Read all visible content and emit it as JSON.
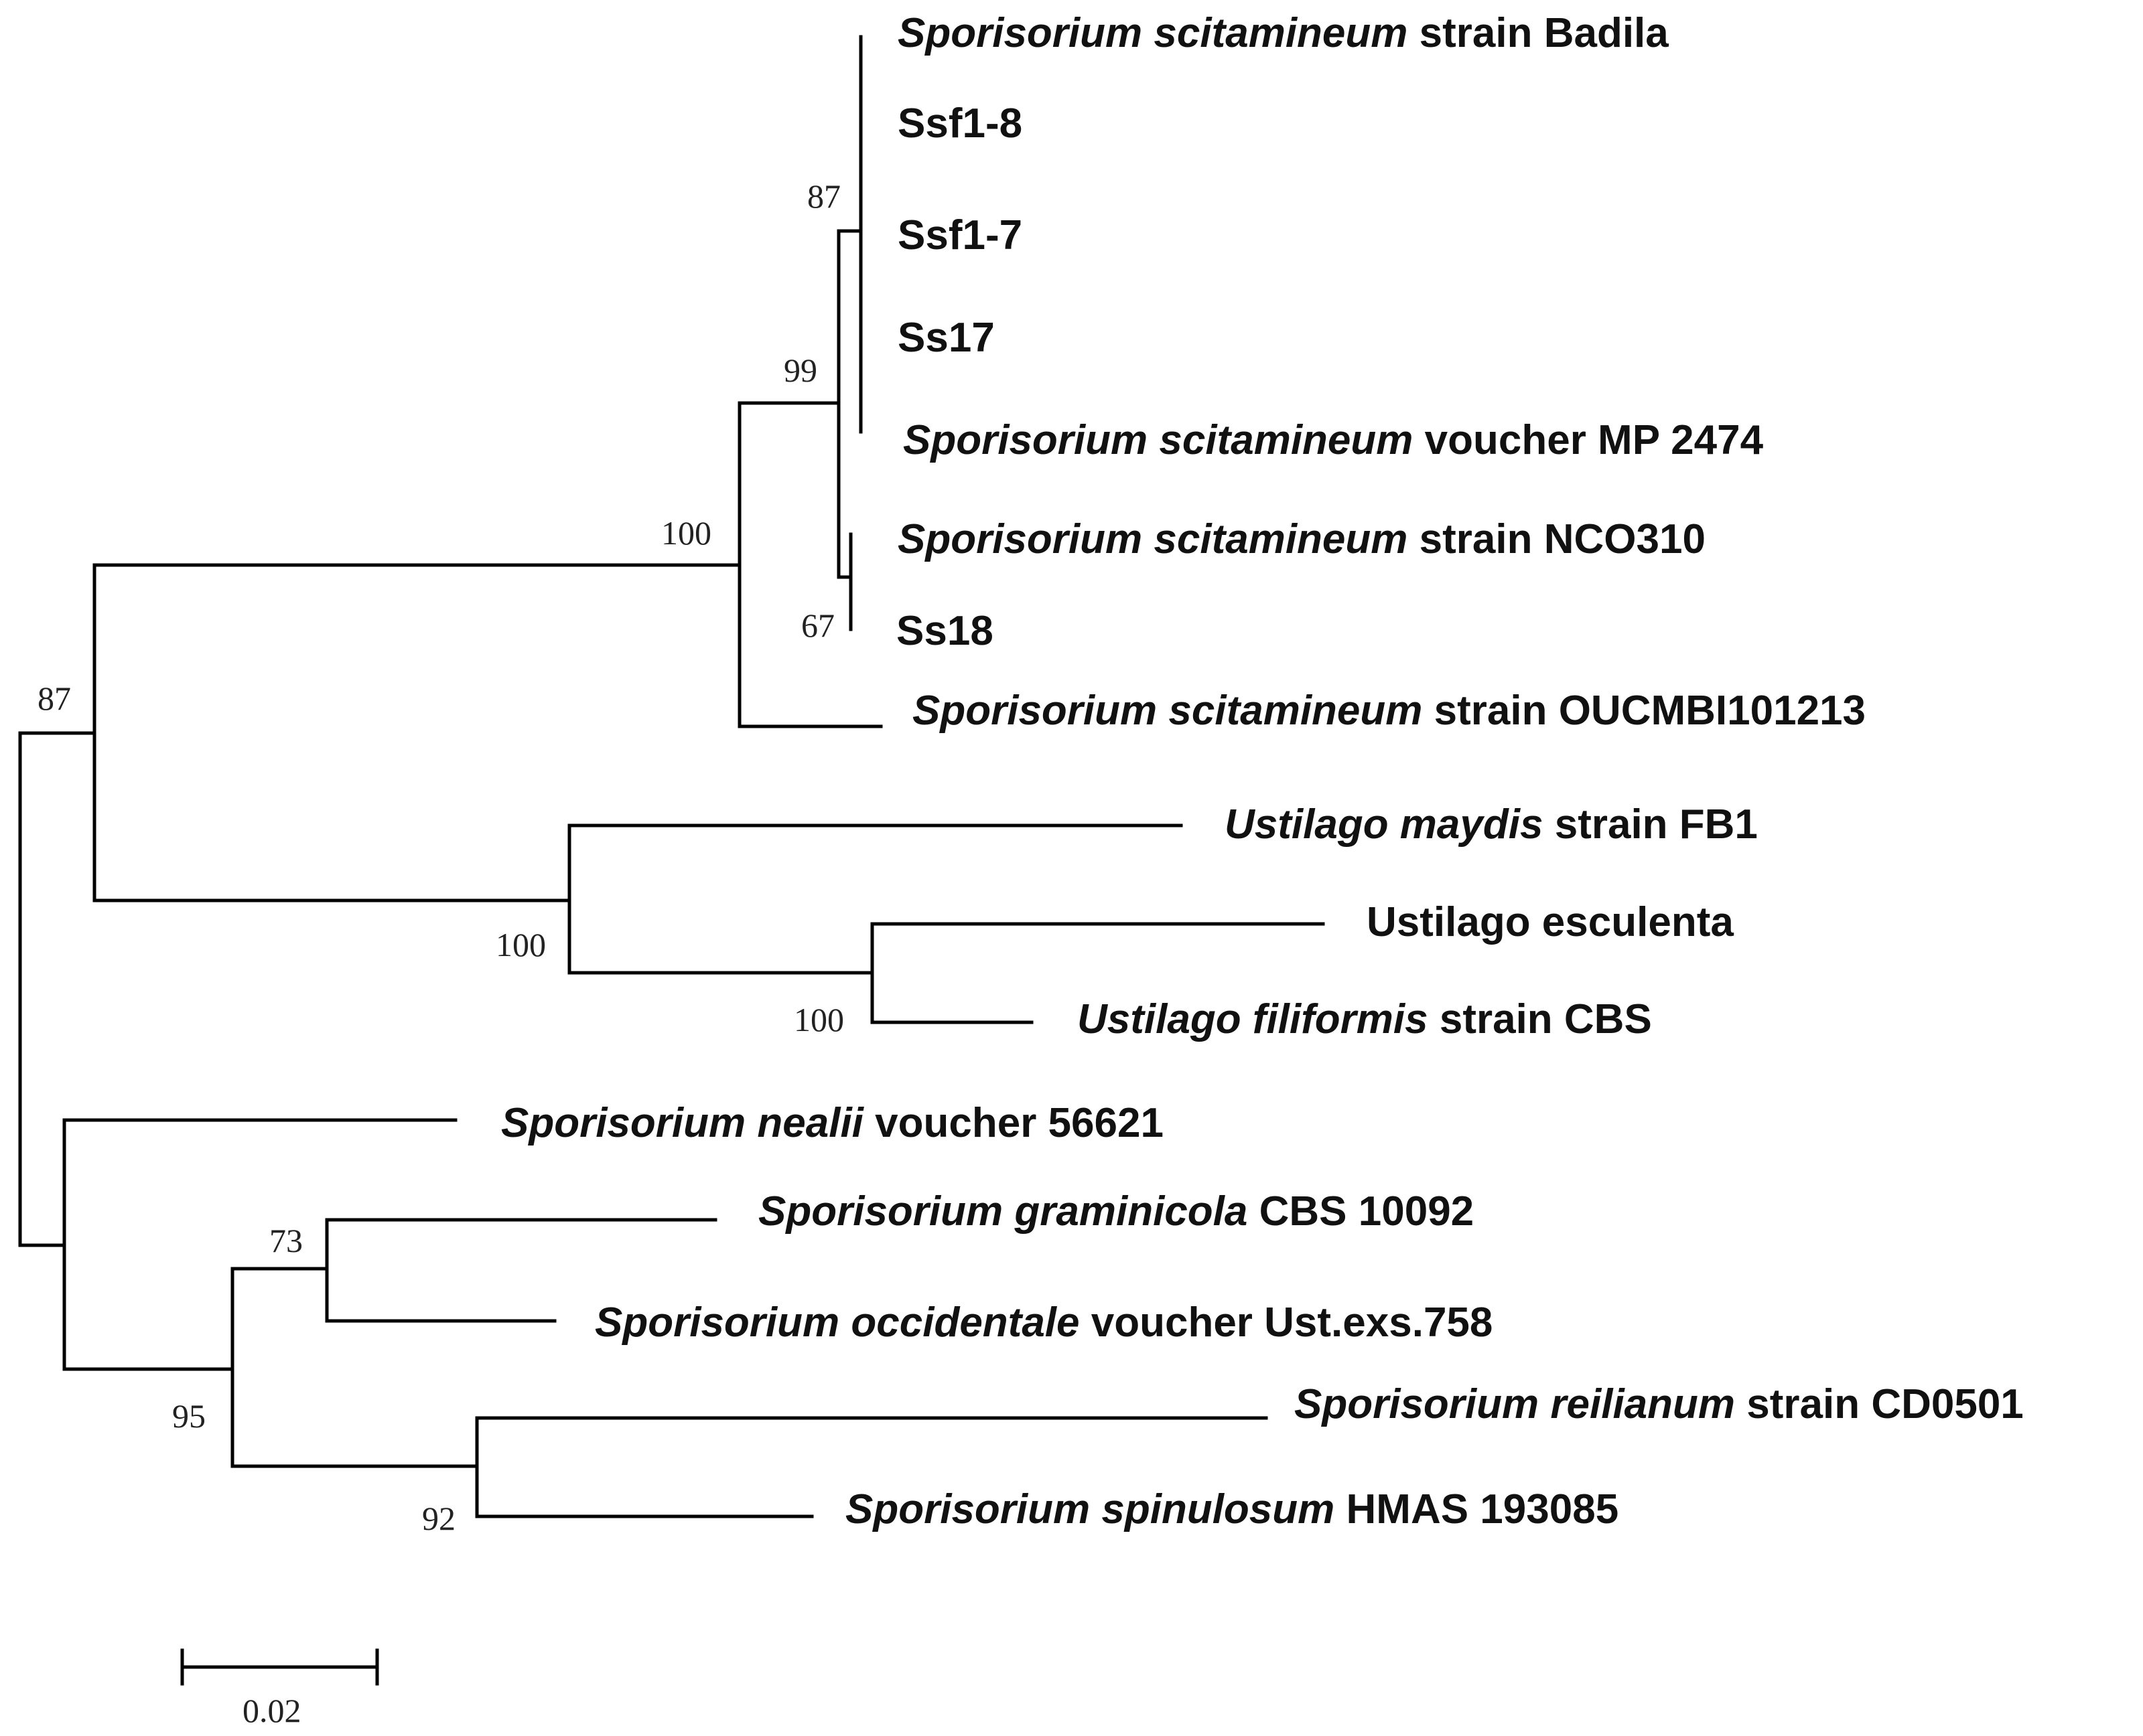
{
  "tree": {
    "taxa": [
      {
        "id": "badila",
        "species": "Sporisorium scitamineum",
        "rest": " strain Badila"
      },
      {
        "id": "ssf18",
        "species": "",
        "rest": "Ssf1-8"
      },
      {
        "id": "ssf17",
        "species": "",
        "rest": "Ssf1-7"
      },
      {
        "id": "ss17",
        "species": "",
        "rest": "Ss17"
      },
      {
        "id": "mp2474",
        "species": "Sporisorium scitamineum",
        "rest": " voucher MP 2474"
      },
      {
        "id": "nco310",
        "species": "Sporisorium scitamineum",
        "rest": " strain NCO310"
      },
      {
        "id": "ss18",
        "species": "",
        "rest": "Ss18"
      },
      {
        "id": "oucmbi",
        "species": "Sporisorium scitamineum",
        "rest": " strain OUCMBI101213"
      },
      {
        "id": "maydis",
        "species": "Ustilago maydis",
        "rest": " strain FB1"
      },
      {
        "id": "esculenta",
        "species": "",
        "rest": "Ustilago esculenta"
      },
      {
        "id": "filiformis",
        "species": "Ustilago filiformis",
        "rest": " strain CBS"
      },
      {
        "id": "nealii",
        "species": "Sporisorium nealii",
        "rest": " voucher 56621"
      },
      {
        "id": "graminicola",
        "species": "Sporisorium graminicola",
        "rest": " CBS 10092"
      },
      {
        "id": "occidentale",
        "species": "Sporisorium occidentale",
        "rest": " voucher Ust.exs.758"
      },
      {
        "id": "reilianum",
        "species": "Sporisorium reilianum",
        "rest": " strain CD0501"
      },
      {
        "id": "spinulosum",
        "species": "Sporisorium spinulosum",
        "rest": " HMAS 193085"
      }
    ],
    "bootstrap": [
      {
        "id": "b-scit-core",
        "value": "87"
      },
      {
        "id": "b-scit-inner",
        "value": "99"
      },
      {
        "id": "b-scitamineum",
        "value": "100"
      },
      {
        "id": "b-nco310-ss18",
        "value": "67"
      },
      {
        "id": "b-root-upper",
        "value": "87"
      },
      {
        "id": "b-ustilago",
        "value": "100"
      },
      {
        "id": "b-esc-fil",
        "value": "100"
      },
      {
        "id": "b-gram-occ",
        "value": "73"
      },
      {
        "id": "b-spor-lower",
        "value": "95"
      },
      {
        "id": "b-reil-spin",
        "value": "92"
      }
    ],
    "scale_bar": {
      "label": "0.02"
    },
    "colors": {
      "line": "#000000",
      "text": "#111111"
    }
  }
}
